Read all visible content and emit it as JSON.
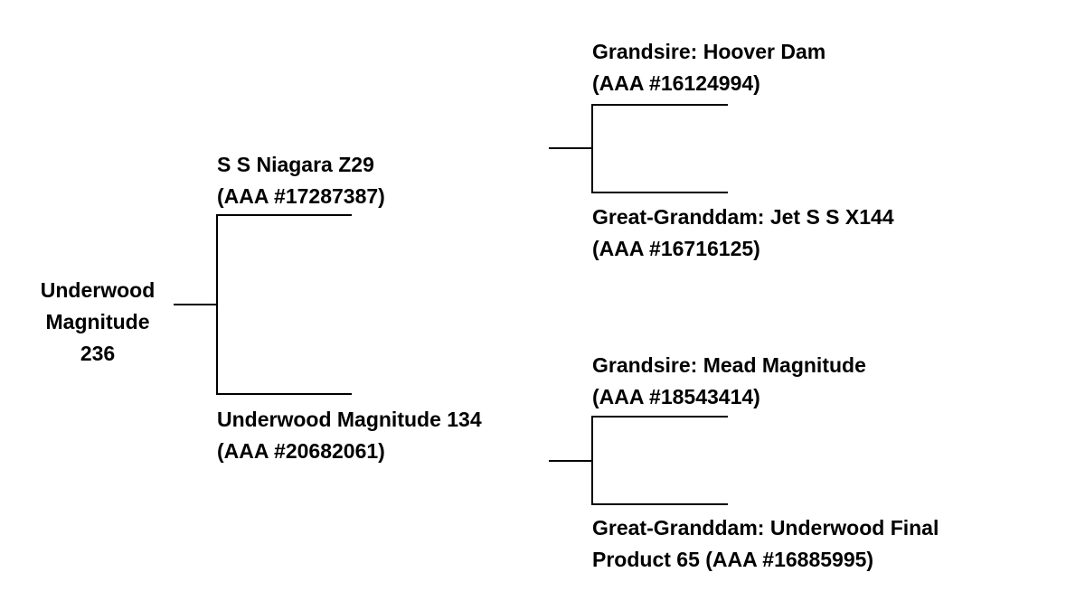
{
  "pedigree": {
    "root": {
      "line1": "Underwood",
      "line2": "Magnitude",
      "line3": "236"
    },
    "sire": {
      "name": "S S Niagara Z29",
      "reg": "(AAA #17287387)"
    },
    "dam": {
      "name": "Underwood Magnitude 134",
      "reg": "(AAA #20682061)"
    },
    "sire_grandsire": {
      "name": "Grandsire: Hoover Dam",
      "reg": "(AAA #16124994)"
    },
    "sire_great_granddam": {
      "name": "Great-Granddam: Jet S S X144",
      "reg": "(AAA #16716125)"
    },
    "dam_grandsire": {
      "name": "Grandsire: Mead Magnitude",
      "reg": "(AAA #18543414)"
    },
    "dam_great_granddam": {
      "line1": "Great-Granddam: Underwood Final",
      "line2": "Product 65 (AAA #16885995)"
    }
  },
  "colors": {
    "background": "#ffffff",
    "text": "#000000",
    "connector": "#000000"
  }
}
